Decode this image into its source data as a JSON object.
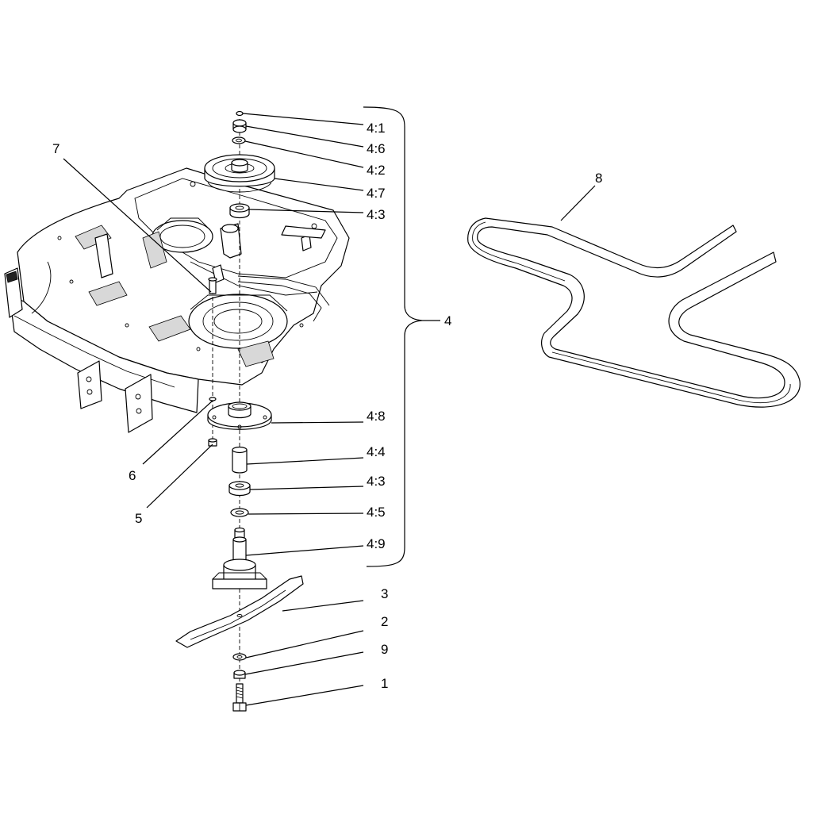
{
  "callouts": {
    "c4_1": "4:1",
    "c4_6": "4:6",
    "c4_2": "4:2",
    "c4_7": "4:7",
    "c4_3a": "4:3",
    "c4": "4",
    "c7": "7",
    "c8": "8",
    "c4_8": "4:8",
    "c4_4": "4:4",
    "c4_3b": "4:3",
    "c4_5": "4:5",
    "c4_9": "4:9",
    "c6": "6",
    "c5": "5",
    "c3": "3",
    "c2": "2",
    "c9": "9",
    "c1": "1"
  }
}
